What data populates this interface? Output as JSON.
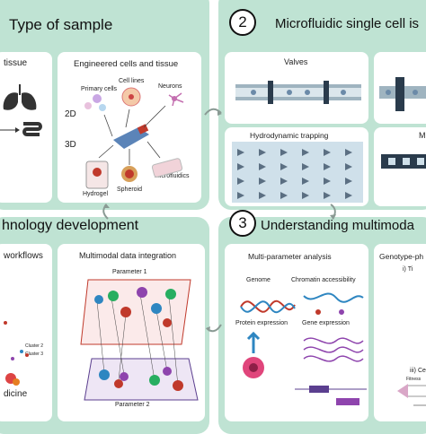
{
  "panels": {
    "p1": {
      "title": "Type of sample",
      "card_left": {
        "title": "tissue"
      },
      "card_right": {
        "title": "Engineered cells and tissue",
        "labels": {
          "d2": "2D",
          "d3": "3D",
          "primary": "Primary cells",
          "lines": "Cell lines",
          "neurons": "Neurons",
          "hydrogel": "Hydrogel",
          "spheroid": "Spheroid",
          "micro": "Microfluidics"
        }
      }
    },
    "p2": {
      "number": "2",
      "title": "Microfluidic single cell is",
      "valves": "Valves",
      "hydro": "Hydrodynamic trapping",
      "m": "M"
    },
    "p3": {
      "number": "3",
      "title": "Understanding multimoda",
      "mpa": {
        "title": "Multi-parameter analysis",
        "genome": "Genome",
        "chromatin": "Chromatin accessibility",
        "protein": "Protein expression",
        "gene": "Gene expression"
      },
      "gp": {
        "title": "Genotype-ph",
        "sub": "i) Ti",
        "sub2": "iii) Ce",
        "fitness": "Fitness"
      }
    },
    "p4": {
      "title": "hnology development",
      "workflows": "workflows",
      "mdi": {
        "title": "Multimodal data integration",
        "param1": "Parameter 1",
        "param2": "Parameter 2"
      },
      "cluster2": "Cluster 2",
      "cluster3": "Cluster 3",
      "dicine": "dicine"
    }
  },
  "colors": {
    "panel": "#bfe3d3",
    "arrow": "#8a9a94",
    "plane1": "#c0392b",
    "plane2": "#5b3f8f"
  }
}
